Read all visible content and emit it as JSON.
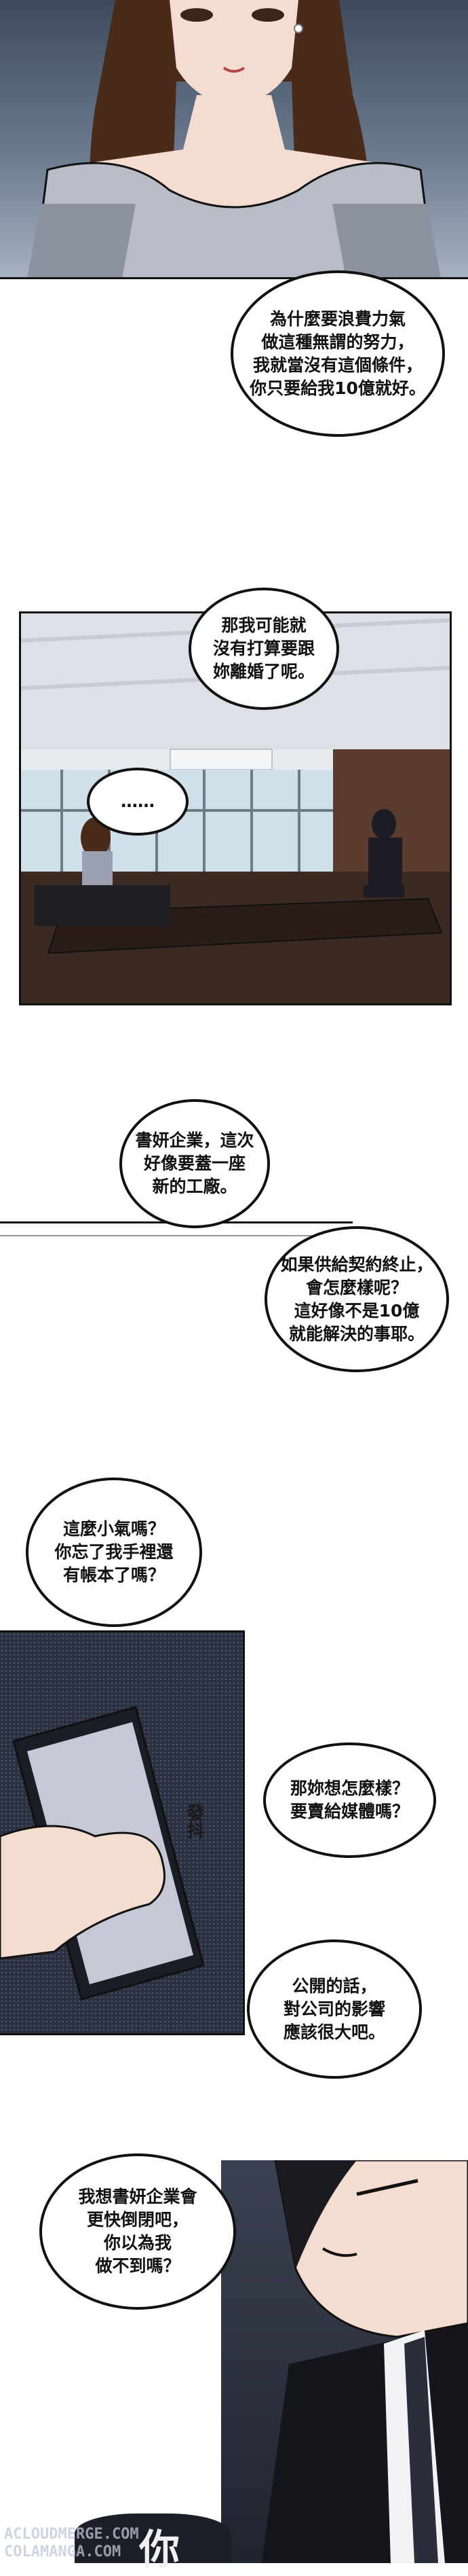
{
  "bubbles": {
    "b1": "為什麼要浪費力氣\n做這種無謂的努力，\n我就當沒有這個條件，\n你只要給我10億就好。",
    "b2": "那我可能就\n沒有打算要跟\n妳離婚了呢。",
    "b3": "……",
    "b4": "書妍企業，這次\n好像要蓋一座\n新的工廠。",
    "b5": "如果供給契約終止，\n會怎麼樣呢？\n這好像不是10億\n就能解決的事耶。",
    "b6": "這麼小氣嗎？\n你忘了我手裡還\n有帳本了嗎？",
    "b7": "那妳想怎麼樣？\n要賣給媒體嗎？",
    "b8": "公開的話，\n對公司的影響\n應該很大吧。",
    "b9": "我想書妍企業會\n更快倒閉吧，\n你以為我\n做不到嗎？"
  },
  "sfx": {
    "tremble": "發抖",
    "you": "你"
  },
  "watermark": {
    "line1": "ACLOUDMERGE.COM",
    "line2": "COLAMANGA.COM"
  },
  "colors": {
    "ink": "#111111",
    "hair": "#4a2b1a",
    "skin": "#f4ddd0",
    "dress": "#b8bcc6",
    "office_floor": "#3a2a22",
    "dark_bg": "#2b3140"
  }
}
